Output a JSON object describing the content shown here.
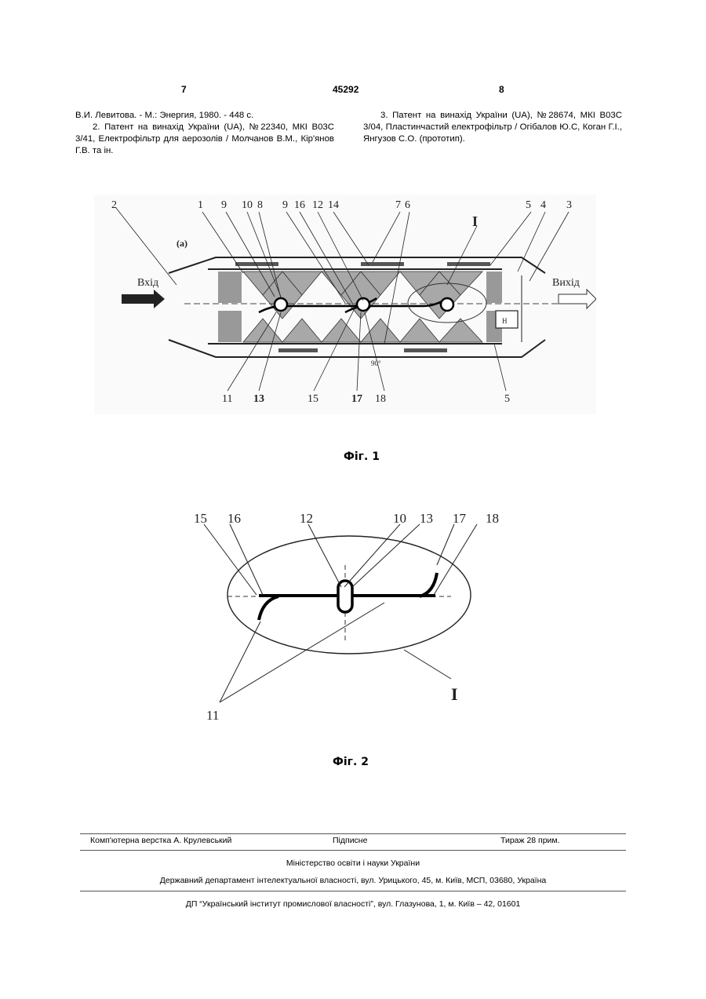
{
  "header": {
    "page_left": "7",
    "doc_number": "45292",
    "page_right": "8"
  },
  "refs": {
    "left": [
      "В.И. Левитова. - М.: Энергия, 1980. - 448 с.",
      "2. Патент на винахід України (UA), №22340, МКІ В03С 3/41, Електрофільтр для аерозолів / Молчанов В.М., Кір'янов Г.В. та ін."
    ],
    "right": [
      "3. Патент на винахід України (UA), №28674, МКІ В03С 3/04, Пластинчастий електрофільтр / Огібалов Ю.С, Коган Г.І., Янгузов С.О. (прототип)."
    ]
  },
  "fig1": {
    "caption": "Фіг. 1",
    "inlet": "Вхід",
    "outlet": "Вихід",
    "mark_a": "(а)",
    "mark_h": "Н",
    "detail": "I",
    "angle": "90°",
    "top_labels": [
      "2",
      "1",
      "9",
      "10",
      "8",
      "9",
      "16",
      "12",
      "14",
      "7",
      "6",
      "I",
      "5",
      "4",
      "3"
    ],
    "bottom_labels": [
      "11",
      "13",
      "15",
      "17",
      "18",
      "5"
    ]
  },
  "fig2": {
    "caption": "Фіг. 2",
    "labels": [
      "15",
      "16",
      "12",
      "10",
      "13",
      "17",
      "18",
      "11",
      "I"
    ]
  },
  "footer": {
    "layout": "Комп'ютерна верстка А. Крулевський",
    "signed": "Підписне",
    "circulation": "Тираж 28 прим.",
    "ministry": "Міністерство освіти і науки України",
    "department": "Державний департамент інтелектуальної власності, вул. Урицького, 45, м. Київ, МСП, 03680, Україна",
    "institute": "ДП “Український інститут промислової власності”, вул. Глазунова, 1, м. Київ – 42, 01601"
  }
}
